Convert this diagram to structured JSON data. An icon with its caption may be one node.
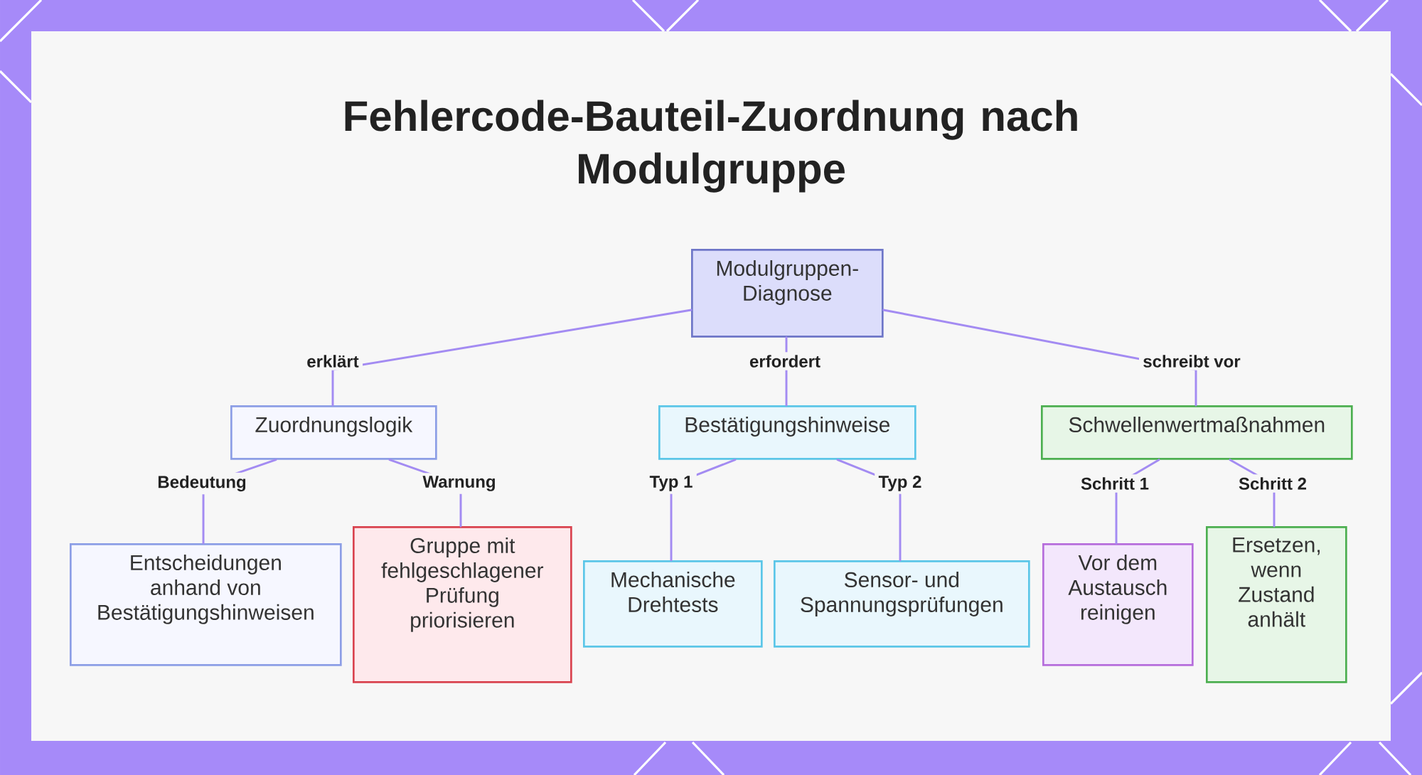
{
  "diagram": {
    "title": "Fehlercode-Bauteil-Zuordnung nach Modulgruppe",
    "nodes": [
      {
        "text": [
          "Modulgruppen-Diagnose"
        ]
      },
      {
        "text": [
          "Zuordnungslogik"
        ]
      },
      {
        "text": [
          "Bestätigungshinweise"
        ]
      },
      {
        "text": [
          "Schwellenwertmaßnahmen"
        ]
      },
      {
        "text": [
          "Entscheidungen anhand von Bestätigungshinweisen"
        ]
      },
      {
        "text": [
          "Gruppe mit fehlgeschlagener Prüfung priorisieren"
        ]
      },
      {
        "text": [
          "Mechanische Drehtests"
        ]
      },
      {
        "text": [
          "Sensor- und Spannungsprüfungen"
        ]
      },
      {
        "text": [
          "Vor dem Austausch reinigen"
        ]
      },
      {
        "text": [
          "Ersetzen, wenn Zustand anhält"
        ]
      }
    ],
    "edges": [
      {
        "from": 0,
        "to": 1,
        "arrow": "none",
        "label": "erklärt"
      },
      {
        "from": 0,
        "to": 2,
        "arrow": "none",
        "label": "erfordert"
      },
      {
        "from": 0,
        "to": 3,
        "arrow": "none",
        "label": "schreibt vor"
      },
      {
        "from": 1,
        "to": 4,
        "arrow": "none",
        "label": "Bedeutung"
      },
      {
        "from": 1,
        "to": 5,
        "arrow": "none",
        "label": "Warnung"
      },
      {
        "from": 2,
        "to": 6,
        "arrow": "none",
        "label": "Typ 1"
      },
      {
        "from": 2,
        "to": 7,
        "arrow": "none",
        "label": "Typ 2"
      },
      {
        "from": 3,
        "to": 8,
        "arrow": "none",
        "label": "Schritt 1"
      },
      {
        "from": 3,
        "to": 9,
        "arrow": "none",
        "label": "Schritt 2"
      }
    ]
  }
}
